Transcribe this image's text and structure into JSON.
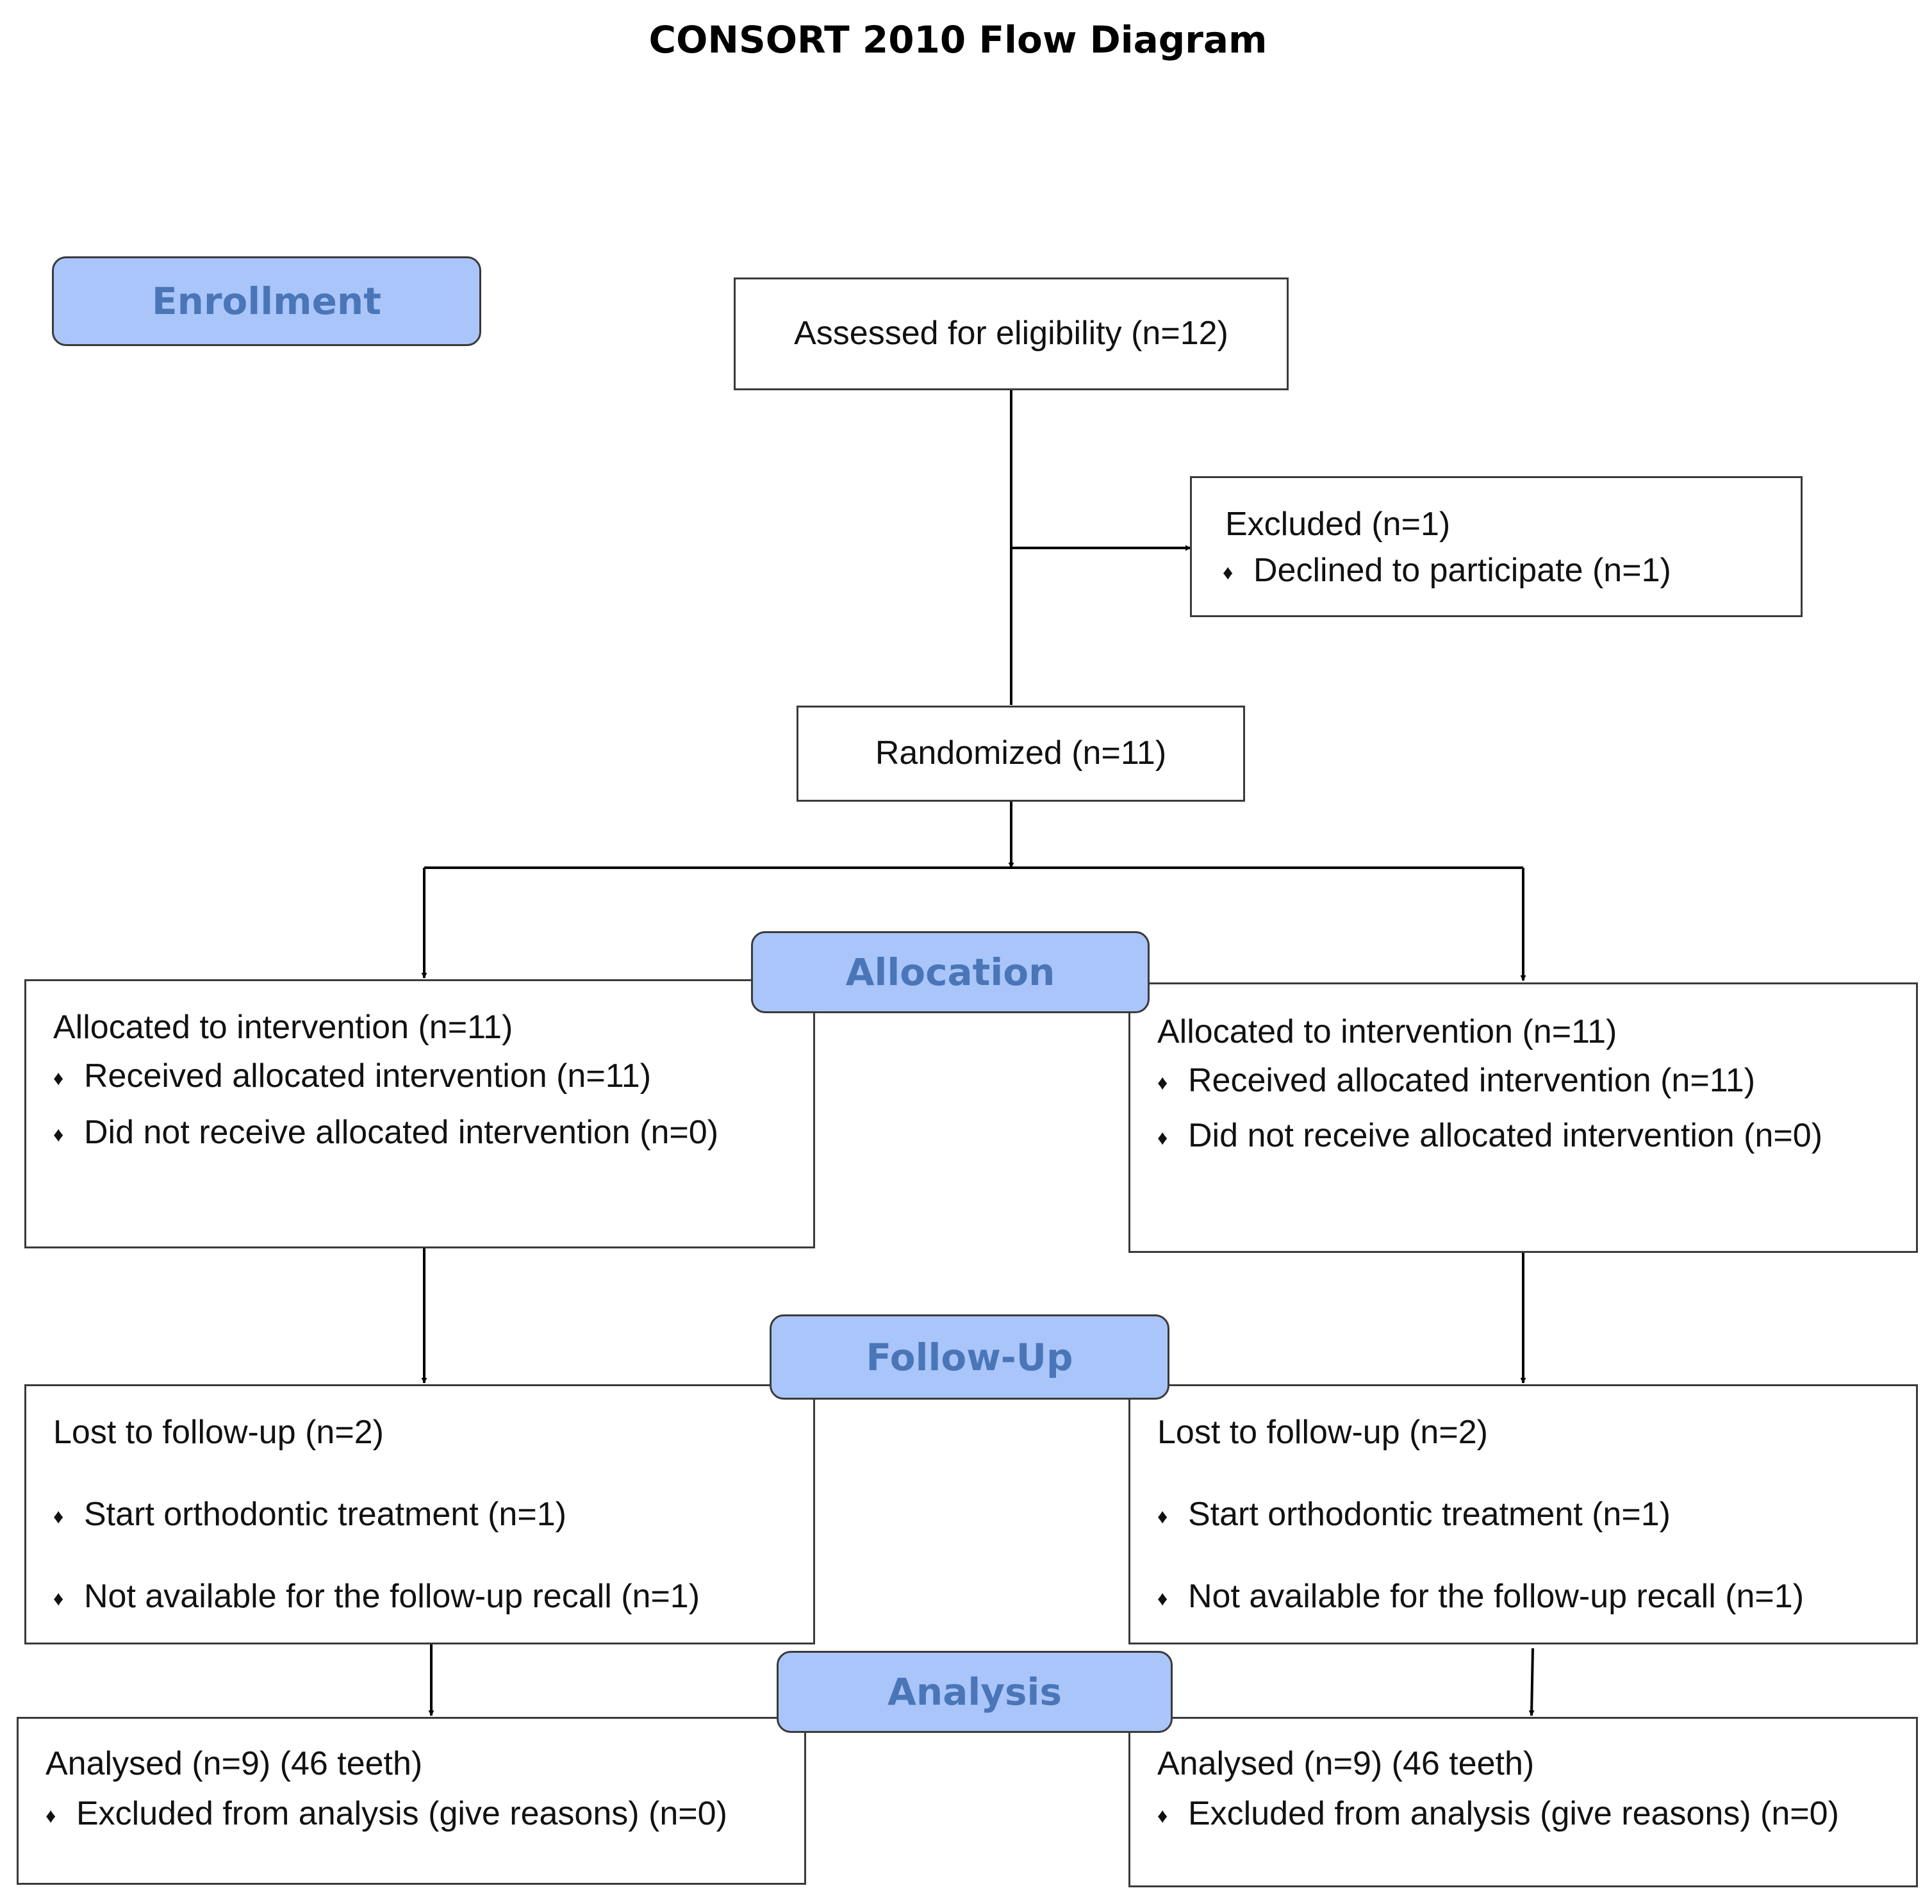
{
  "title": "CONSORT 2010 Flow Diagram",
  "stages": {
    "enrollment": "Enrollment",
    "allocation": "Allocation",
    "follow_up": "Follow-Up",
    "analysis": "Analysis"
  },
  "assessed": "Assessed for eligibility (n=12)",
  "excluded": {
    "heading": "Excluded (n=1)",
    "bullet_1": "Declined to participate (n=1)"
  },
  "randomized": "Randomized (n=11)",
  "bullet_symbol": "♦",
  "left": {
    "allocation": {
      "heading": "Allocated to intervention (n=11)",
      "bullet_1": "Received allocated intervention (n=11)",
      "bullet_2": "Did not receive allocated intervention (n=0)"
    },
    "follow_up": {
      "heading": "Lost to follow-up (n=2)",
      "bullet_1": "Start orthodontic treatment (n=1)",
      "bullet_2": "Not available for the follow-up recall (n=1)"
    },
    "analysis": {
      "heading": "Analysed (n=9) (46 teeth)",
      "bullet_1": "Excluded from analysis (give reasons) (n=0)"
    }
  },
  "right": {
    "allocation": {
      "heading": "Allocated to intervention (n=11)",
      "bullet_1": "Received allocated intervention (n=11)",
      "bullet_2": "Did not receive allocated intervention  (n=0)"
    },
    "follow_up": {
      "heading": "Lost to follow-up (n=2)",
      "bullet_1": "Start orthodontic treatment (n=1)",
      "bullet_2": "Not available for the follow-up recall (n=1)"
    },
    "analysis": {
      "heading": "Analysed (n=9) (46 teeth)",
      "bullet_1": "Excluded from analysis (give reasons) (n=0)"
    }
  }
}
